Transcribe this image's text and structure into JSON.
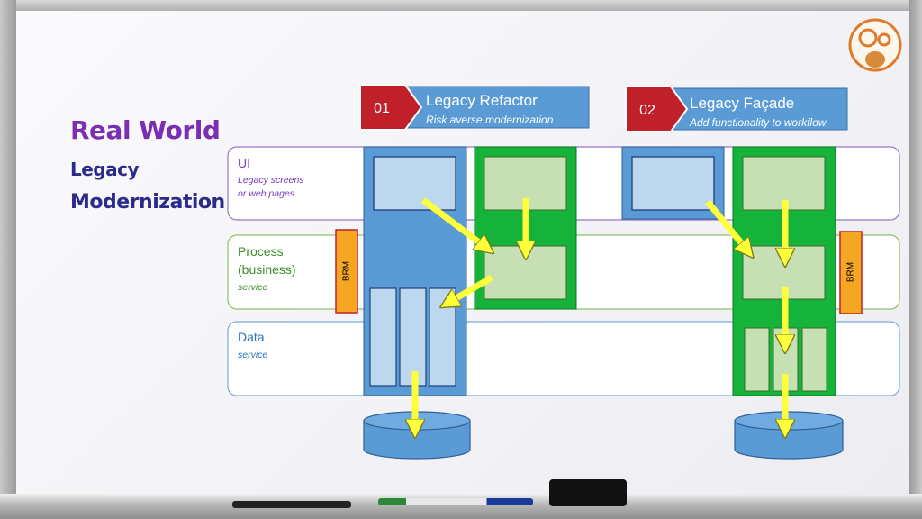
{
  "whiteboard": {
    "title_line1": "Real World",
    "title_line2": "Legacy",
    "title_line3": "Modernization"
  },
  "layers": [
    {
      "label": "UI",
      "sub1": "Legacy screens",
      "sub2": "or web pages",
      "color": "#7a3cc0"
    },
    {
      "label1": "Process",
      "label2": "(business)",
      "sub": "service",
      "color": "#3a8f2a"
    },
    {
      "label": "Data",
      "sub": "service",
      "color": "#2a72c0"
    }
  ],
  "steps": [
    {
      "number": "01",
      "title": "Legacy Refactor",
      "subtitle": "Risk averse modernization"
    },
    {
      "number": "02",
      "title": "Legacy Façade",
      "subtitle": "Add functionality to workflow"
    }
  ],
  "brm_label": "BRM",
  "colors": {
    "blue": "#5b9bd5",
    "light_blue": "#bdd7ee",
    "green": "#16b33a",
    "light_green": "#c6e0b4",
    "arrow": "#ffff3a",
    "badge": "#c0202a",
    "brm": "#f5a623"
  }
}
